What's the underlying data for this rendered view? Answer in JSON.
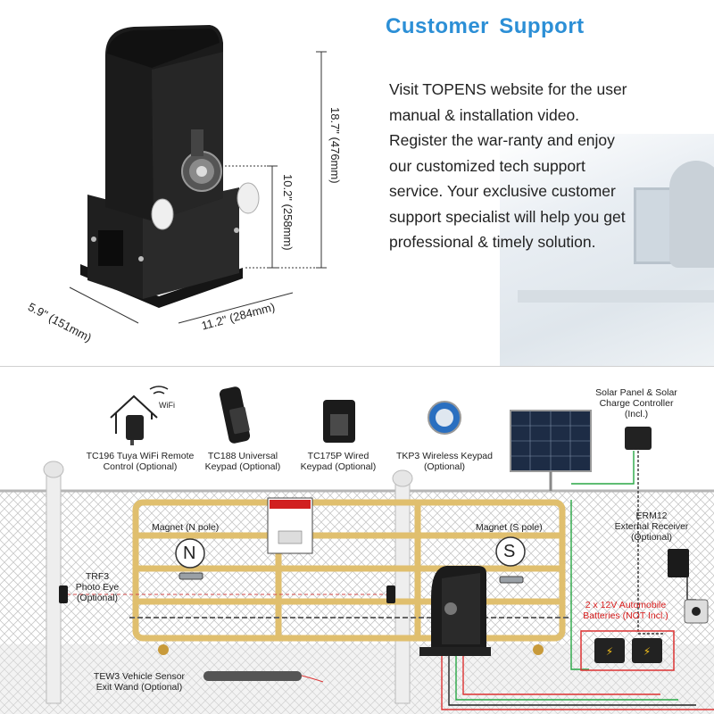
{
  "support": {
    "title": "Customer  Support",
    "lines": [
      "Visit TOPENS website for the user",
      "manual & installation video.",
      "Register the war-ranty and enjoy",
      "our customized tech support",
      "service. Your exclusive customer",
      "support specialist will help you get",
      "professional & timely solution."
    ]
  },
  "dimensions": {
    "height": "18.7\" (476mm)",
    "gear_height": "10.2\" (258mm)",
    "depth": "5.9\" (151mm)",
    "width": "11.2\" (284mm)"
  },
  "accessories": {
    "wifi_badge": "WiFi",
    "tc196": [
      "TC196 Tuya WiFi Remote",
      "Control (Optional)"
    ],
    "tc188": [
      "TC188 Universal",
      "Keypad (Optional)"
    ],
    "tc175p": [
      "TC175P Wired",
      "Keypad (Optional)"
    ],
    "tkp3": [
      "TKP3 Wireless Keypad",
      "(Optional)"
    ],
    "solar": [
      "Solar Panel & Solar",
      "Charge Controller",
      "(Incl.)"
    ],
    "magnet_n": "Magnet (N pole)",
    "magnet_s": "Magnet (S pole)",
    "n_letter": "N",
    "s_letter": "S",
    "erm12": [
      "ERM12",
      "External Receiver",
      "(Optional)"
    ],
    "trf3": [
      "TRF3",
      "Photo Eye",
      "(Optional)"
    ],
    "batteries": [
      "2 x 12V Automobile",
      "Batteries (NOT Incl.)"
    ],
    "tew3": [
      "TEW3 Vehicle Sensor",
      "Exit Wand (Optional)"
    ]
  },
  "colors": {
    "accent": "#2c8fd6",
    "gate": "#e8c97a",
    "warning_text": "#d81c1c"
  }
}
